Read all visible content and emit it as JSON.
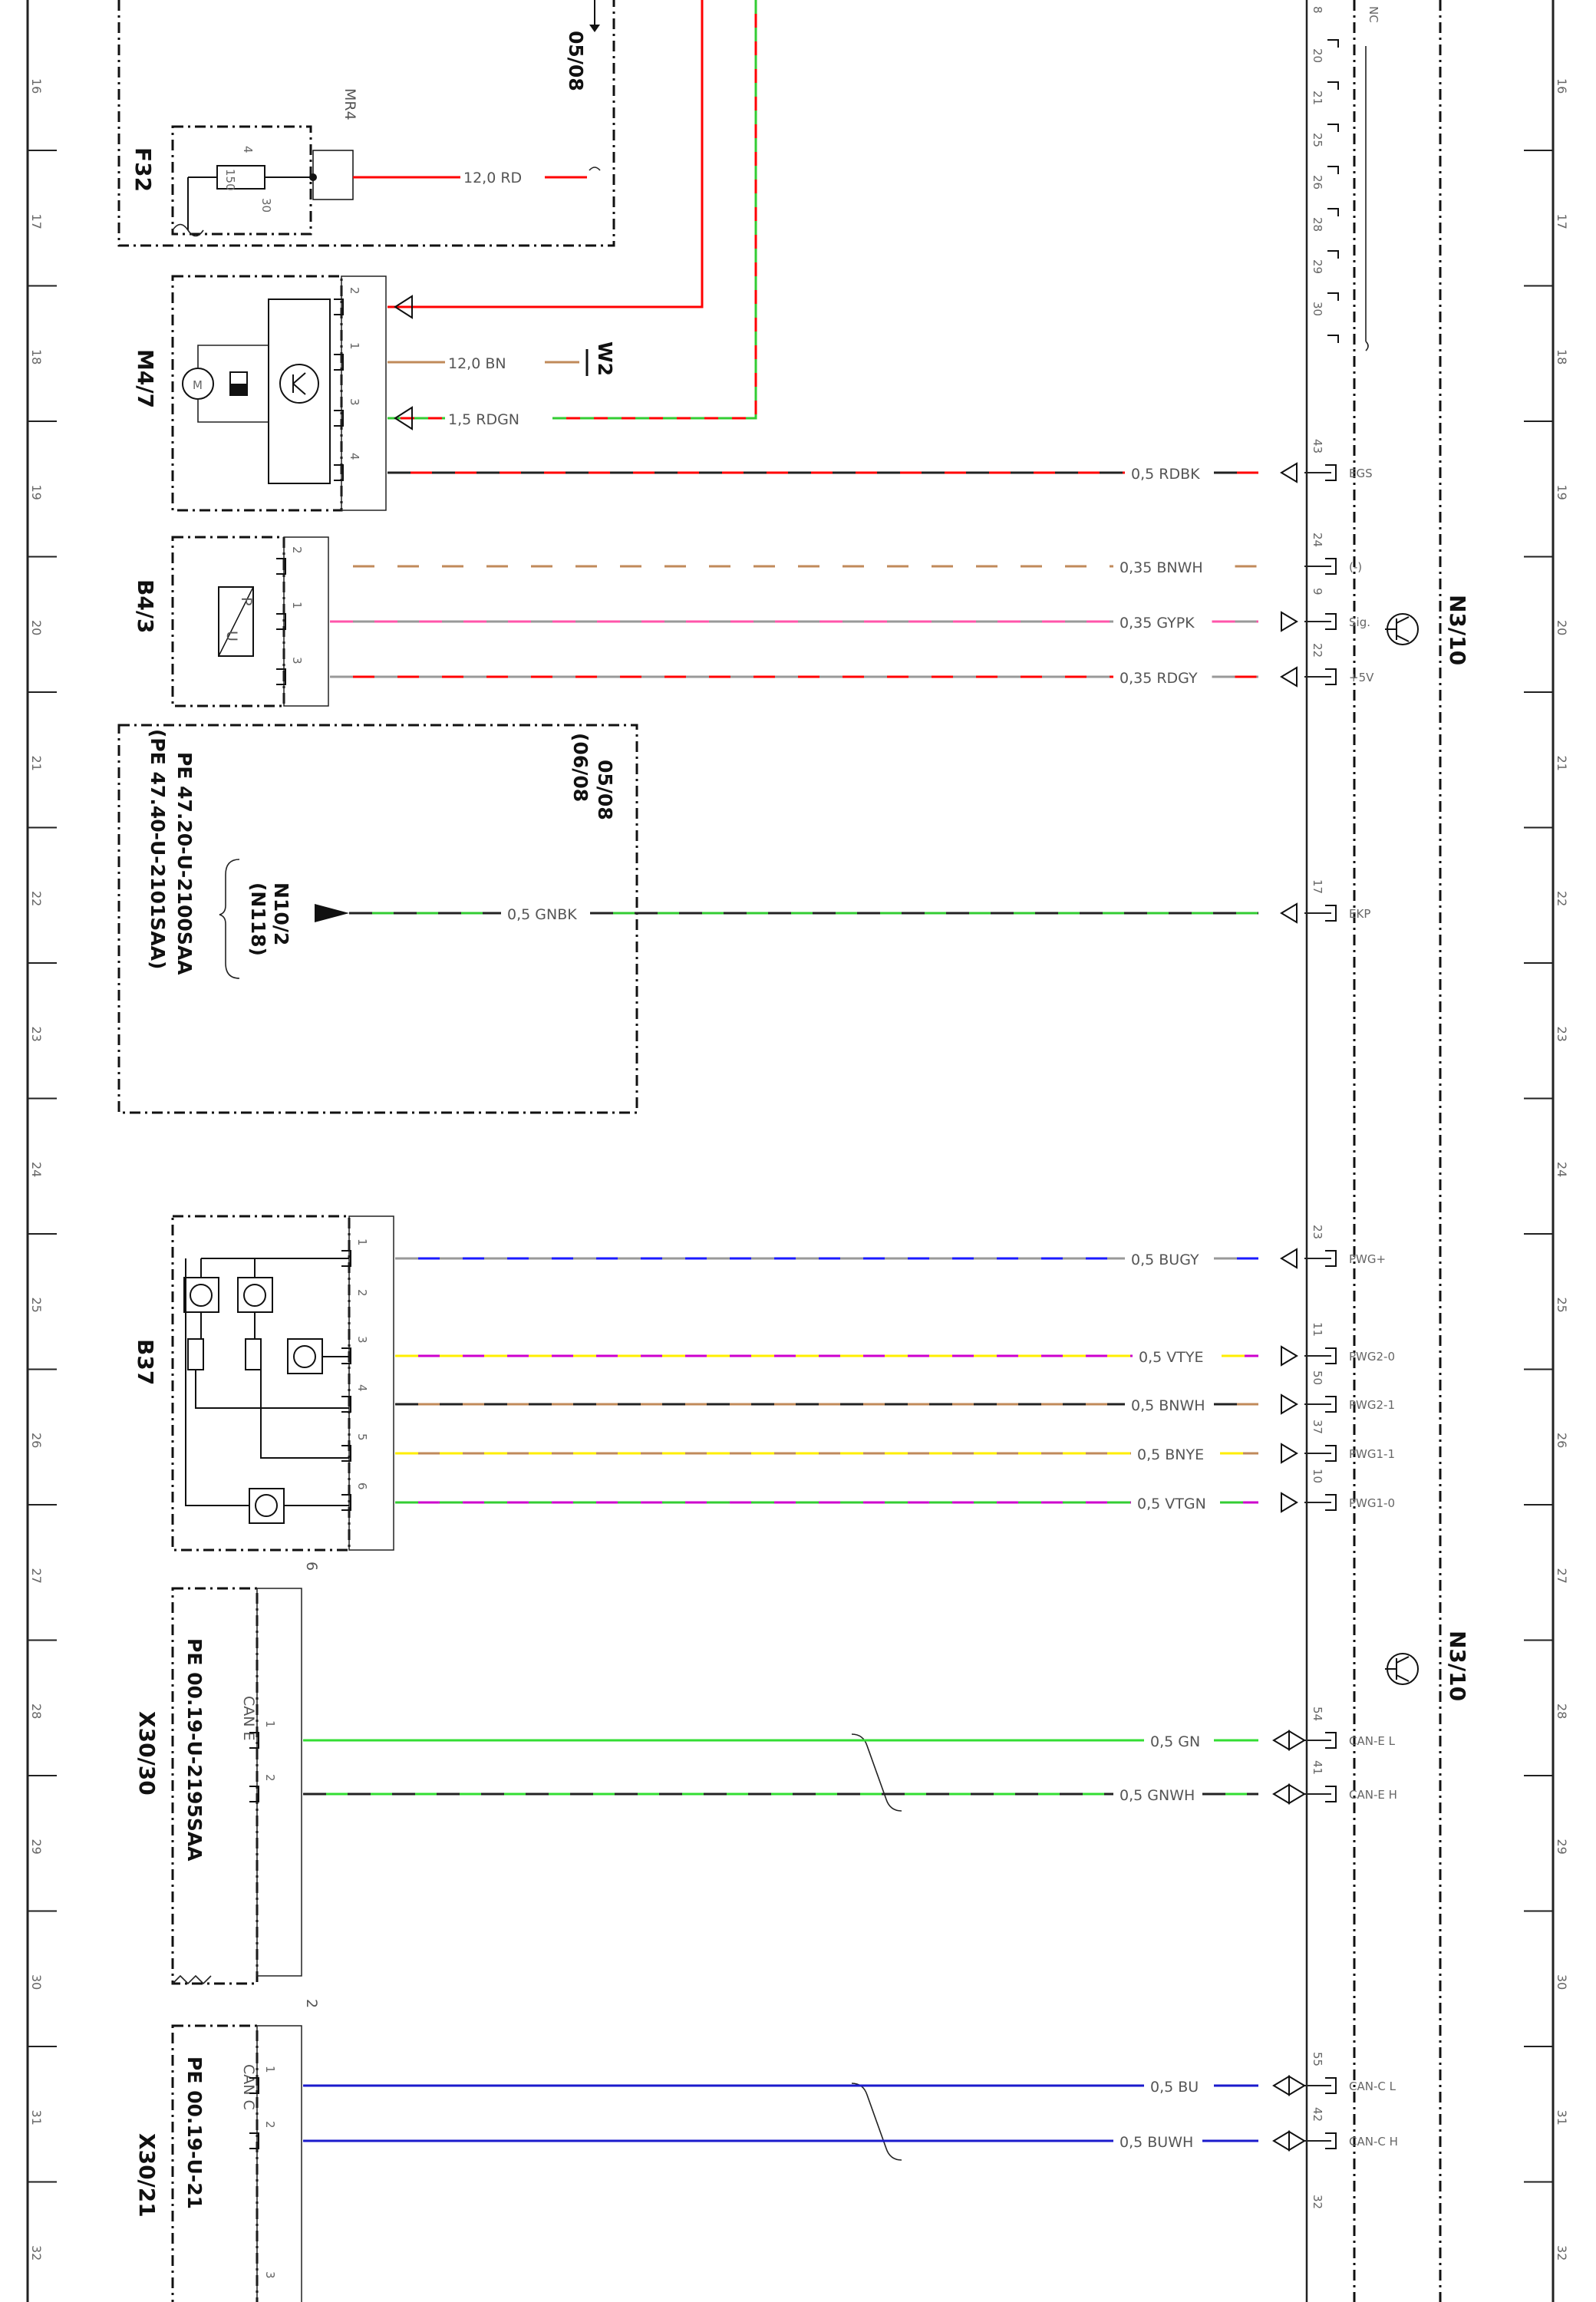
{
  "grid_numbers": [
    "16",
    "17",
    "18",
    "19",
    "20",
    "21",
    "22",
    "23",
    "24",
    "25",
    "26",
    "27",
    "28",
    "29",
    "30",
    "31",
    "32"
  ],
  "components": {
    "F32": "F32",
    "MR4": "MR4",
    "fuse_value": "150",
    "fuse_pin4": "4",
    "fuse_pin30": "30",
    "M4_7": "M4/7",
    "B4_3": "B4/3",
    "B37": "B37",
    "X30_30": "X30/30",
    "X30_21": "X30/21",
    "N3_10_a": "N3/10",
    "N3_10_b": "N3/10",
    "N10_2": "N10/2",
    "N118": "(N118)",
    "W2": "W2",
    "sensor_p": "P",
    "sensor_u": "U"
  },
  "references": {
    "ref_top": "05/08",
    "ref_mid_a": "05/08",
    "ref_mid_b": "(06/08",
    "pe_47_20": "PE 47.20-U-2100SAA",
    "pe_47_40": "(PE 47.40-U-2101SAA)",
    "pe_x30_30": "PE 00.19-U-2195SAA",
    "pe_x30_21": "PE 00.19-U-21",
    "can_e": "CAN E",
    "can_c": "CAN C",
    "nc": "NC",
    "bus_count_x30_30": "6",
    "bus_count_x30_21": "2"
  },
  "ecu_pins_top": [
    "8",
    "20",
    "21",
    "25",
    "26",
    "28",
    "29",
    "30"
  ],
  "connector_pins": {
    "m4_7": [
      "2",
      "1",
      "3",
      "4"
    ],
    "b4_3": [
      "2",
      "1",
      "3"
    ],
    "b37": [
      "1",
      "2",
      "3",
      "4",
      "5",
      "6"
    ],
    "x30_30": [
      "1",
      "2"
    ],
    "x30_21": [
      "1",
      "2",
      "3"
    ]
  },
  "wires": [
    {
      "id": "mr4",
      "label": "12,0 RD",
      "ecu_pin": "",
      "ecu_label": "",
      "c1": "#ff0000",
      "c2": ""
    },
    {
      "id": "m4_pin1",
      "label": "12,0 BN",
      "ecu_pin": "",
      "ecu_label": "",
      "c1": "#c08a5a",
      "c2": ""
    },
    {
      "id": "m4_pin3",
      "label": "1,5 RDGN",
      "ecu_pin": "",
      "ecu_label": "",
      "c1": "#ff0000",
      "c2": "#33cc33"
    },
    {
      "id": "m4_pin4",
      "label": "0,5 RDBK",
      "ecu_pin": "43",
      "ecu_label": "EGS",
      "c1": "#ff0000",
      "c2": "#222222"
    },
    {
      "id": "b43_pin2",
      "label": "0,35 BNWH",
      "ecu_pin": "24",
      "ecu_label": "(-)",
      "c1": "#c08a5a",
      "c2": "#ffffff"
    },
    {
      "id": "b43_pin1",
      "label": "0,35 GYPK",
      "ecu_pin": "9",
      "ecu_label": "Sig.",
      "c1": "#999999",
      "c2": "#ff55aa"
    },
    {
      "id": "b43_pin3",
      "label": "0,35 RDGY",
      "ecu_pin": "22",
      "ecu_label": "+5V",
      "c1": "#ff0000",
      "c2": "#999999"
    },
    {
      "id": "gnbk",
      "label": "0,5 GNBK",
      "ecu_pin": "17",
      "ecu_label": "EKP",
      "c1": "#33cc33",
      "c2": "#222222"
    },
    {
      "id": "b37_pin1",
      "label": "0,5 BUGY",
      "ecu_pin": "23",
      "ecu_label": "PWG+",
      "c1": "#1a1aff",
      "c2": "#999999"
    },
    {
      "id": "b37_pin3",
      "label": "0,5 VTYE",
      "ecu_pin": "11",
      "ecu_label": "PWG2-0",
      "c1": "#cc00cc",
      "c2": "#ffee00"
    },
    {
      "id": "b37_pin4",
      "label": "0,5 BNWH",
      "ecu_pin": "50",
      "ecu_label": "PWG2-1",
      "c1": "#c08a5a",
      "c2": "#222222"
    },
    {
      "id": "b37_pin5",
      "label": "0,5 BNYE",
      "ecu_pin": "37",
      "ecu_label": "PWG1-1",
      "c1": "#c08a5a",
      "c2": "#ffee00"
    },
    {
      "id": "b37_pin6",
      "label": "0,5 VTGN",
      "ecu_pin": "10",
      "ecu_label": "PWG1-0",
      "c1": "#cc00cc",
      "c2": "#33cc33"
    },
    {
      "id": "can_e_l",
      "label": "0,5 GN",
      "ecu_pin": "54",
      "ecu_label": "CAN-E L",
      "c1": "#33dd33",
      "c2": ""
    },
    {
      "id": "can_e_h",
      "label": "0,5 GNWH",
      "ecu_pin": "41",
      "ecu_label": "CAN-E H",
      "c1": "#33dd33",
      "c2": "#222222"
    },
    {
      "id": "can_c_l",
      "label": "0,5 BU",
      "ecu_pin": "55",
      "ecu_label": "CAN-C L",
      "c1": "#1a1acc",
      "c2": ""
    },
    {
      "id": "can_c_h",
      "label": "0,5 BUWH",
      "ecu_pin": "42",
      "ecu_label": "CAN-C H",
      "c1": "#1a1acc",
      "c2": ""
    }
  ],
  "ecu_pin_bottom": "32"
}
